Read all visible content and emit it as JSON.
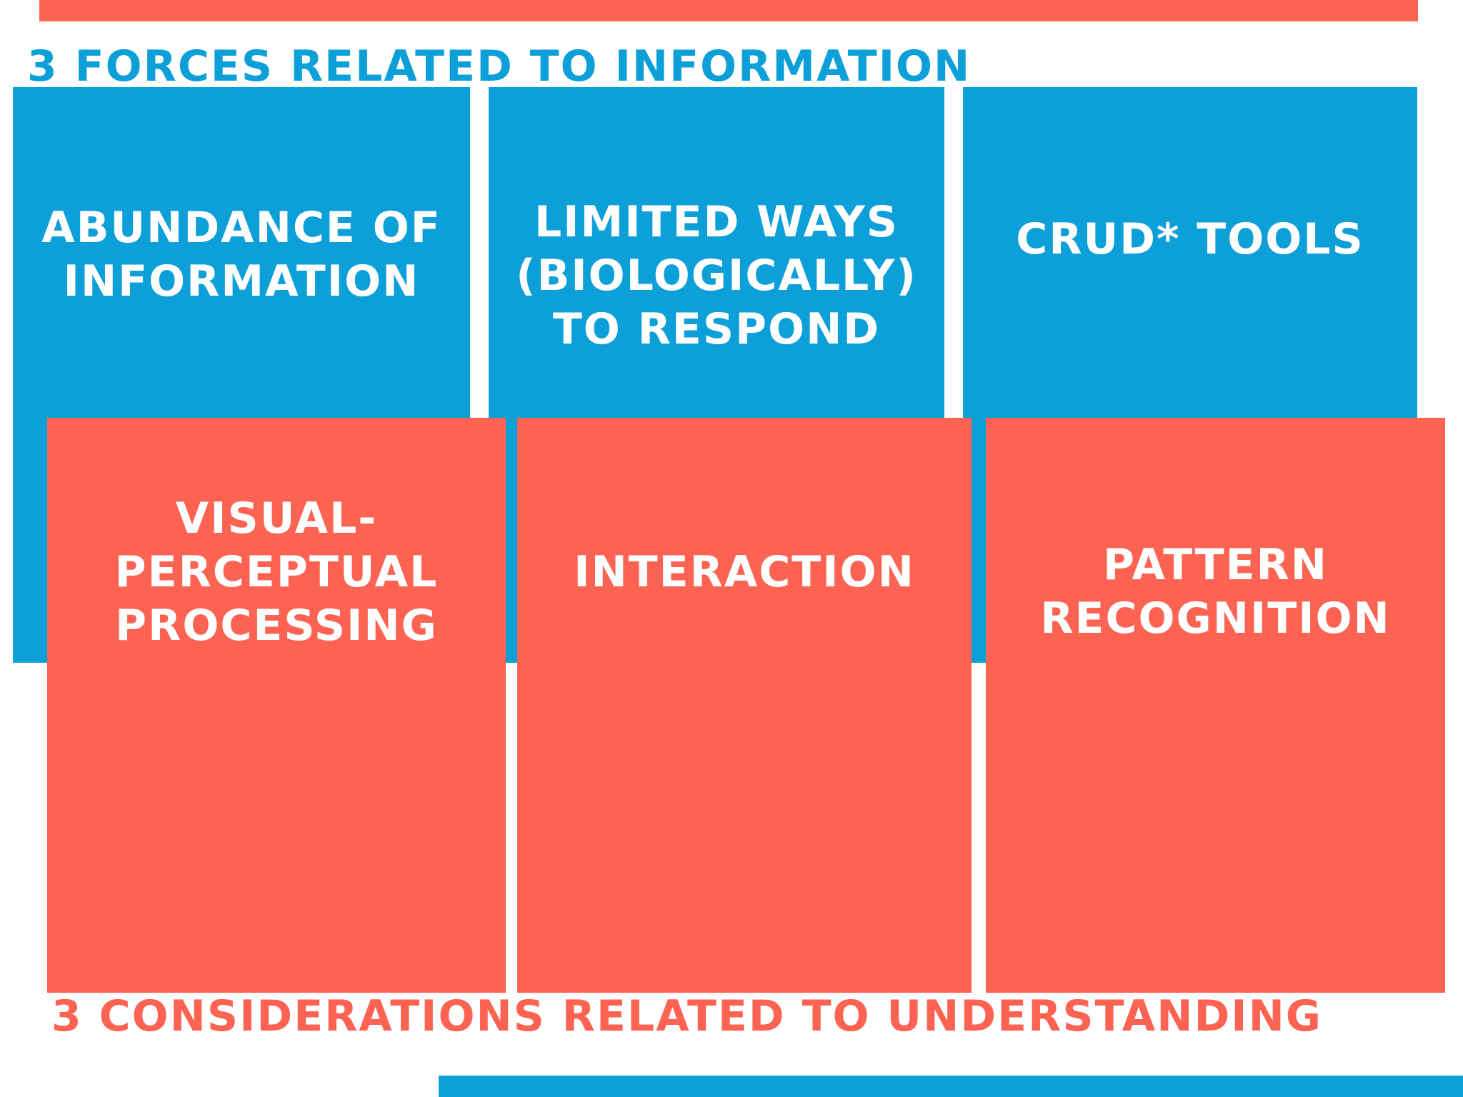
{
  "slide": {
    "background": "#FFFFFF",
    "colors": {
      "blue": "#0D9FD8",
      "coral": "#FC6352"
    },
    "forces": {
      "title": "3 FORCES RELATED TO INFORMATION",
      "boxes": [
        {
          "lines": [
            "ABUNDANCE OF",
            "INFORMATION"
          ]
        },
        {
          "lines": [
            "LIMITED WAYS",
            "(BIOLOGICALLY)",
            "TO RESPOND"
          ]
        },
        {
          "lines": [
            "CRUD* TOOLS"
          ]
        }
      ]
    },
    "considerations": {
      "title": "3 CONSIDERATIONS RELATED TO UNDERSTANDING",
      "boxes": [
        {
          "lines": [
            "VISUAL-",
            "PERCEPTUAL",
            "PROCESSING"
          ]
        },
        {
          "lines": [
            "INTERACTION"
          ]
        },
        {
          "lines": [
            "PATTERN",
            "RECOGNITION"
          ]
        }
      ]
    }
  }
}
